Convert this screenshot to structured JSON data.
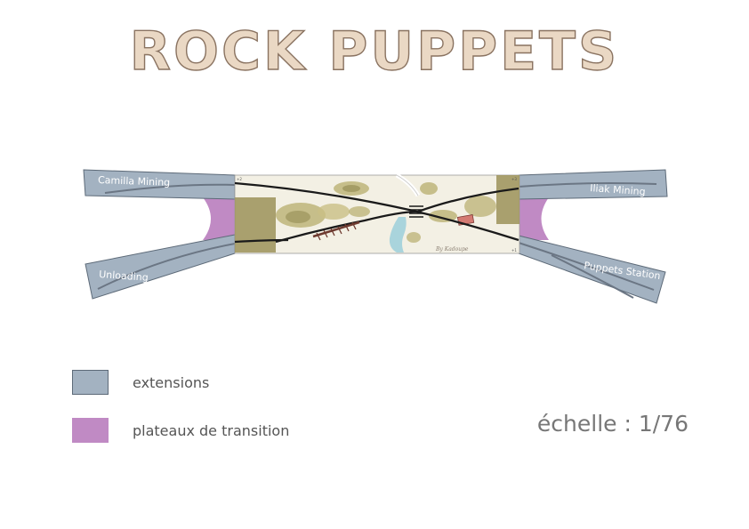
{
  "title": "ROCK PUPPETS",
  "extensions": {
    "top_left": "Camilla Mining",
    "bottom_left": "Unloading",
    "top_right": "Iliak Mining",
    "bottom_right": "Puppets Station"
  },
  "credit": "By Kadoupe",
  "legend": [
    {
      "label": "extensions",
      "color": "#a3b2c1"
    },
    {
      "label": "plateaux de transition",
      "color": "#c08ac4"
    }
  ],
  "scale_text": "échelle : 1/76",
  "colors": {
    "extension": "#a3b2c1",
    "transition": "#c08ac4",
    "board": "#f3f0e4",
    "terrain": "#b7ad6c",
    "track": "#1a1a1a",
    "water": "#a9d4dc"
  }
}
